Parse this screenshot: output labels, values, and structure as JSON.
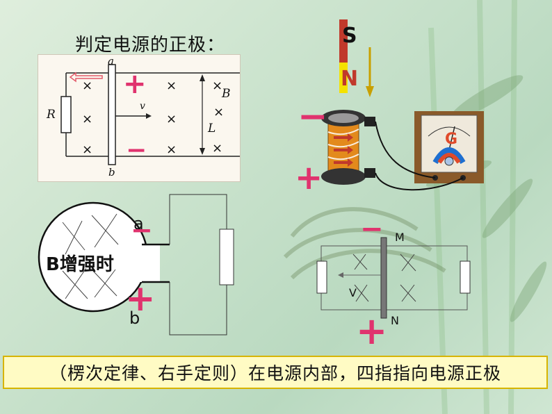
{
  "title": "判定电源的正极：",
  "panel1": {
    "label_a": "a",
    "label_b": "b",
    "label_R": "R",
    "label_B": "B",
    "label_L": "L",
    "label_v": "v",
    "plus": "+",
    "minus": "−",
    "cross": "×"
  },
  "panel2": {
    "magnet_S": "S",
    "magnet_N": "N",
    "minus": "−",
    "plus": "+",
    "meter_G": "G"
  },
  "panel3": {
    "label_a": "a",
    "label_b": "b",
    "loop_text": "B增强时",
    "plus": "+",
    "minus": "−"
  },
  "panel4": {
    "label_M": "M",
    "label_N": "N",
    "label_V": "V",
    "plus": "+",
    "minus": "−"
  },
  "bottom_text": "（楞次定律、右手定则）在电源内部，四指指向电源正极",
  "colors": {
    "accent": "#e0336e",
    "bar_bg": "#fffbc4",
    "bar_border": "#d7b400",
    "magnet_red": "#c0392b",
    "magnet_yellow": "#f4e200"
  }
}
